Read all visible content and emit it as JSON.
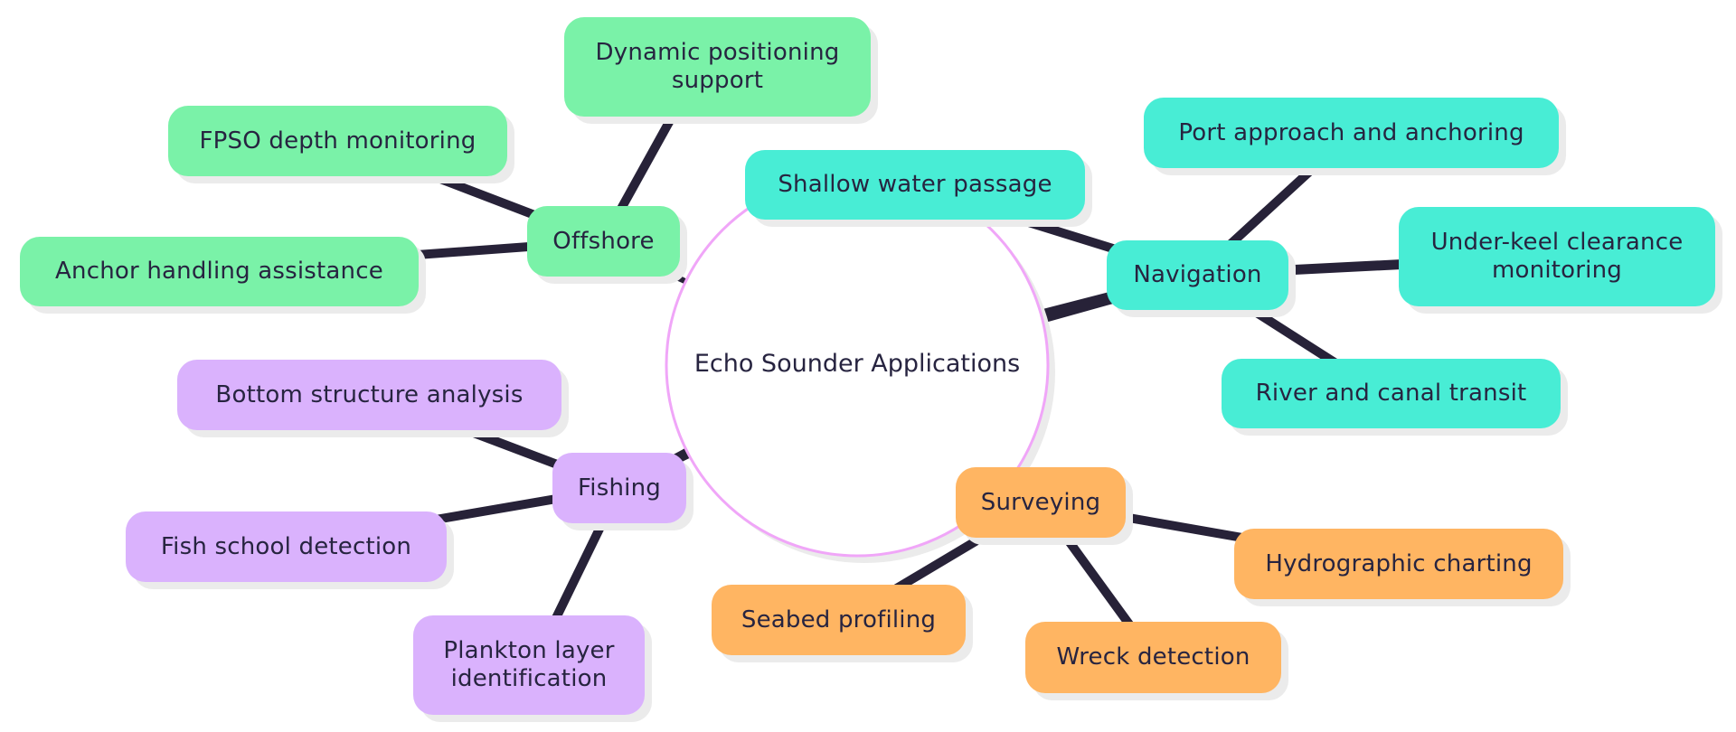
{
  "diagram": {
    "type": "mindmap",
    "root": {
      "label": "Echo Sounder Applications",
      "stroke_color": "#f0a6f8",
      "fill_color": "#ffffff"
    },
    "edge_color": "#272238",
    "branches": [
      {
        "id": "offshore",
        "label": "Offshore",
        "color": "#7af2a8",
        "children": [
          {
            "id": "dynamic-positioning",
            "label": "Dynamic positioning support"
          },
          {
            "id": "fpso",
            "label": "FPSO depth monitoring"
          },
          {
            "id": "anchor-handling",
            "label": "Anchor handling assistance"
          }
        ]
      },
      {
        "id": "navigation",
        "label": "Navigation",
        "color": "#48edd5",
        "children": [
          {
            "id": "shallow-water",
            "label": "Shallow water passage"
          },
          {
            "id": "port-approach",
            "label": "Port approach and anchoring"
          },
          {
            "id": "under-keel",
            "label": "Under-keel clearance monitoring"
          },
          {
            "id": "river-canal",
            "label": "River and canal transit"
          }
        ]
      },
      {
        "id": "fishing",
        "label": "Fishing",
        "color": "#dab2fd",
        "children": [
          {
            "id": "bottom-structure",
            "label": "Bottom structure analysis"
          },
          {
            "id": "fish-school",
            "label": "Fish school detection"
          },
          {
            "id": "plankton",
            "label": "Plankton layer identification"
          }
        ]
      },
      {
        "id": "surveying",
        "label": "Surveying",
        "color": "#ffb562",
        "children": [
          {
            "id": "hydrographic",
            "label": "Hydrographic charting"
          },
          {
            "id": "seabed",
            "label": "Seabed profiling"
          },
          {
            "id": "wreck",
            "label": "Wreck detection"
          }
        ]
      }
    ]
  }
}
